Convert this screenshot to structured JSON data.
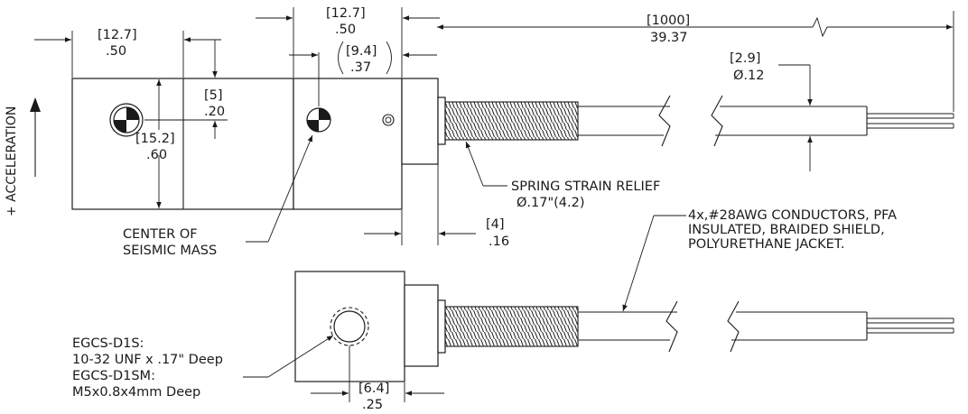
{
  "dimensions": {
    "block_width_mm": "[12.7]",
    "block_width_in": ".50",
    "housing_width_mm": "[12.7]",
    "housing_width_in": ".50",
    "mass_offset_mm": "[9.4]",
    "mass_offset_in": ".37",
    "cable_length_mm": "[1000]",
    "cable_length_in": "39.37",
    "cable_dia_mm": "[2.9]",
    "cable_dia_in": "Ø.12",
    "mass_height_mm": "[5]",
    "mass_height_in": ".20",
    "block_height_mm": "[15.2]",
    "block_height_in": ".60",
    "strain_relief_mm": "[4]",
    "strain_relief_in": ".16",
    "hole_offset_mm": "[6.4]",
    "hole_offset_in": ".25"
  },
  "labels": {
    "acceleration": "+ ACCELERATION",
    "center_of_line1": "CENTER OF",
    "center_of_line2": "SEISMIC MASS",
    "spring_line1": "SPRING STRAIN RELIEF",
    "spring_line2": "Ø.17\"(4.2)",
    "conductors_line1": "4x,#28AWG CONDUCTORS,  PFA",
    "conductors_line2": "INSULATED, BRAIDED SHIELD,",
    "conductors_line3": "POLYURETHANE JACKET.",
    "mount_line1": "EGCS-D1S:",
    "mount_line2": "10-32 UNF x .17\" Deep",
    "mount_line3": "EGCS-D1SM:",
    "mount_line4": "M5x0.8x4mm Deep"
  }
}
